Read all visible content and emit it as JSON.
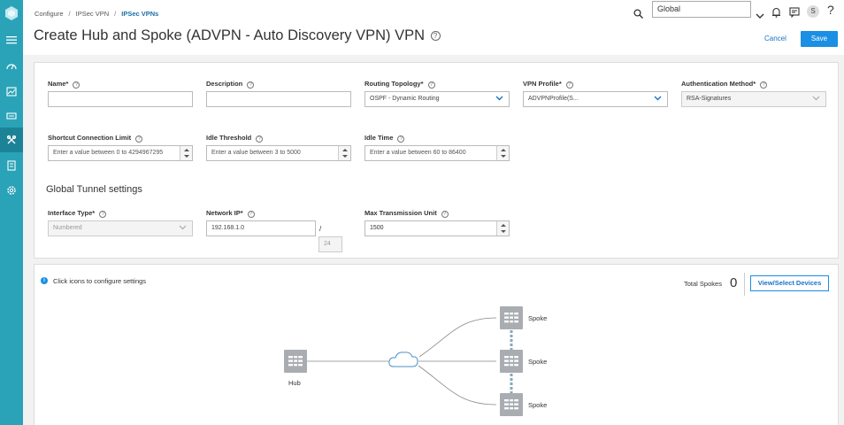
{
  "breadcrumb": [
    "Configure",
    "IPSec VPN",
    "IPSec VPNs"
  ],
  "page_title": "Create Hub and Spoke (ADVPN - Auto Discovery VPN) VPN",
  "header": {
    "scope_value": "Global",
    "avatar_initial": "S",
    "help_glyph": "?"
  },
  "actions": {
    "cancel": "Cancel",
    "save": "Save"
  },
  "form": {
    "name": {
      "label": "Name*",
      "value": ""
    },
    "description": {
      "label": "Description",
      "value": ""
    },
    "routing_topology": {
      "label": "Routing Topology*",
      "value": "OSPF - Dynamic Routing"
    },
    "vpn_profile": {
      "label": "VPN Profile*",
      "value": "ADVPNProfile(S..."
    },
    "auth_method": {
      "label": "Authentication Method*",
      "value": "RSA-Signatures"
    },
    "shortcut_limit": {
      "label": "Shortcut Connection Limit",
      "placeholder": "Enter a value between 0 to 4294967295"
    },
    "idle_threshold": {
      "label": "Idle Threshold",
      "placeholder": "Enter a value between 3 to 5000"
    },
    "idle_time": {
      "label": "Idle Time",
      "placeholder": "Enter a value between 60 to 86400"
    }
  },
  "global_tunnel": {
    "title": "Global Tunnel settings",
    "interface_type": {
      "label": "Interface Type*",
      "value": "Numbered"
    },
    "network_ip": {
      "label": "Network IP*",
      "value": "192.168.1.0",
      "separator": "/",
      "prefix": "24"
    },
    "mtu": {
      "label": "Max Transmission Unit",
      "value": "1500"
    }
  },
  "topology": {
    "info": "Click icons to configure settings",
    "total_spokes_label": "Total Spokes",
    "total_spokes_value": "0",
    "view_select_button": "View/Select Devices",
    "hub_label": "Hub",
    "spoke_labels": [
      "Spoke",
      "Spoke",
      "Spoke"
    ]
  },
  "icons": {
    "rail": [
      "logo-icon",
      "menu-icon",
      "dashboard-icon",
      "monitor-icon",
      "devices-icon",
      "configure-icon",
      "reports-icon",
      "settings-icon"
    ],
    "header": [
      "search-icon",
      "chevron-down-icon",
      "bell-icon",
      "message-icon",
      "help-icon"
    ]
  },
  "colors": {
    "rail": "#2aa3b8",
    "rail_active": "#1c8396",
    "primary": "#1a8fe3",
    "device": "#a9adb2"
  }
}
